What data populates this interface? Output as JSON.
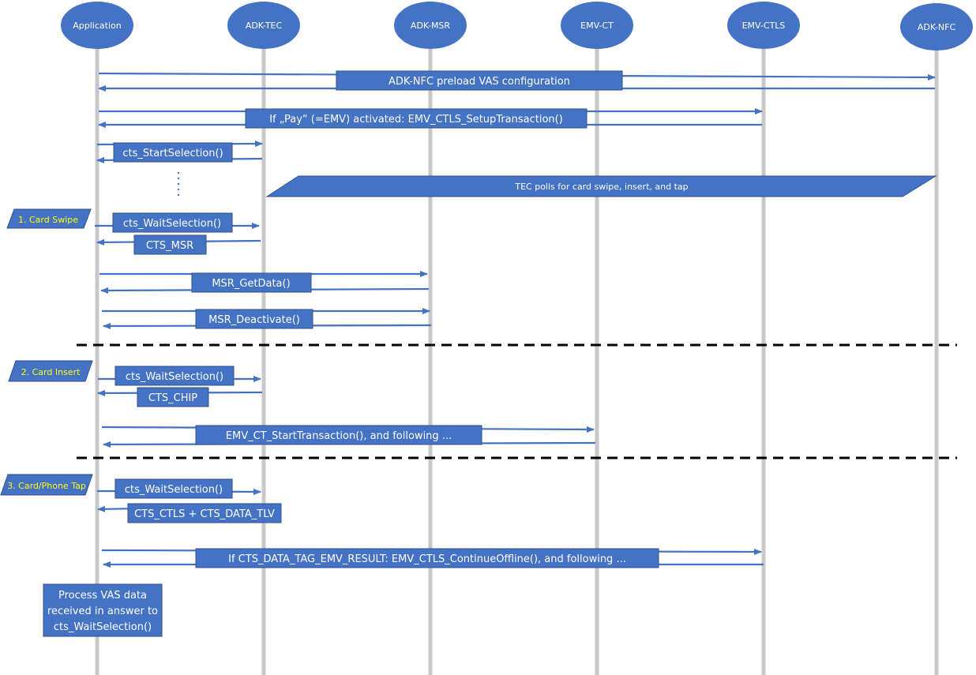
{
  "actors": [
    {
      "id": "app",
      "label": "Application"
    },
    {
      "id": "tec",
      "label": "ADK-TEC"
    },
    {
      "id": "msr",
      "label": "ADK-MSR"
    },
    {
      "id": "ct",
      "label": "EMV-CT"
    },
    {
      "id": "ctls",
      "label": "EMV-CTLS"
    },
    {
      "id": "nfc",
      "label": "ADK-NFC"
    }
  ],
  "messages": {
    "nfc_preload": "ADK-NFC preload VAS configuration",
    "ctls_setup": "If „Pay“ (=EMV) activated: EMV_CTLS_SetupTransaction()",
    "start_selection": "cts_StartSelection()",
    "tec_polls": "TEC polls for card swipe, insert, and tap",
    "wait_selection_1": "cts_WaitSelection()",
    "cts_msr": "CTS_MSR",
    "msr_getdata": "MSR_GetData()",
    "msr_deactivate": "MSR_Deactivate()",
    "wait_selection_2": "cts_WaitSelection()",
    "cts_chip": "CTS_CHIP",
    "ct_start": "EMV_CT_StartTransaction(), and following ...",
    "wait_selection_3": "cts_WaitSelection()",
    "cts_ctls": "CTS_CTLS + CTS_DATA_TLV",
    "ctls_continue": "If CTS_DATA_TAG_EMV_RESULT: EMV_CTLS_ContinueOffline(), and following ..."
  },
  "cases": {
    "swipe": "1. Card Swipe",
    "insert": "2. Card Insert",
    "tap": "3. Card/Phone Tap"
  },
  "process_note": {
    "line1": "Process VAS data",
    "line2": "received in answer to",
    "line3": "cts_WaitSelection()"
  },
  "colors": {
    "accent": "#4472c4",
    "case_text": "#ffff00",
    "lifeline": "#c8c8c8"
  }
}
